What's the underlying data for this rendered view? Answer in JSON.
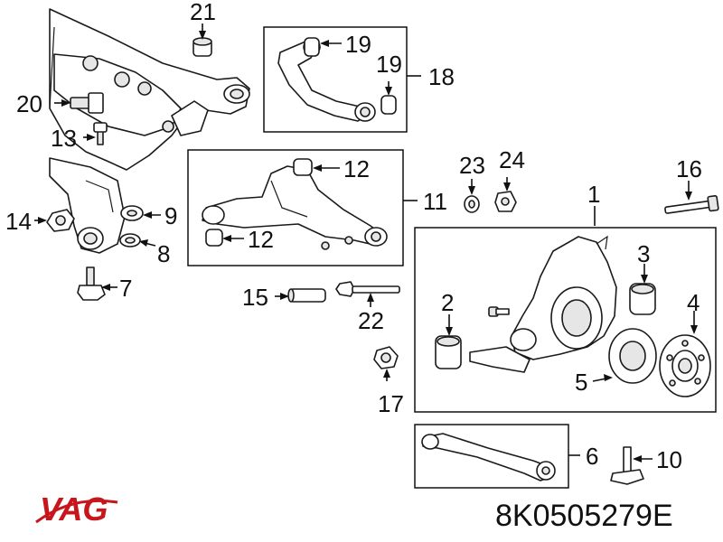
{
  "brand": {
    "logo_text": "VAG",
    "color": "#c8161d"
  },
  "part_number": "8K0505279E",
  "callouts": {
    "c1": "1",
    "c2": "2",
    "c3": "3",
    "c4": "4",
    "c5": "5",
    "c6": "6",
    "c7": "7",
    "c8": "8",
    "c9": "9",
    "c10": "10",
    "c11": "11",
    "c12a": "12",
    "c12b": "12",
    "c13": "13",
    "c14": "14",
    "c15": "15",
    "c16": "16",
    "c17": "17",
    "c18": "18",
    "c19a": "19",
    "c19b": "19",
    "c20": "20",
    "c21": "21",
    "c22": "22",
    "c23": "23",
    "c24": "24"
  }
}
